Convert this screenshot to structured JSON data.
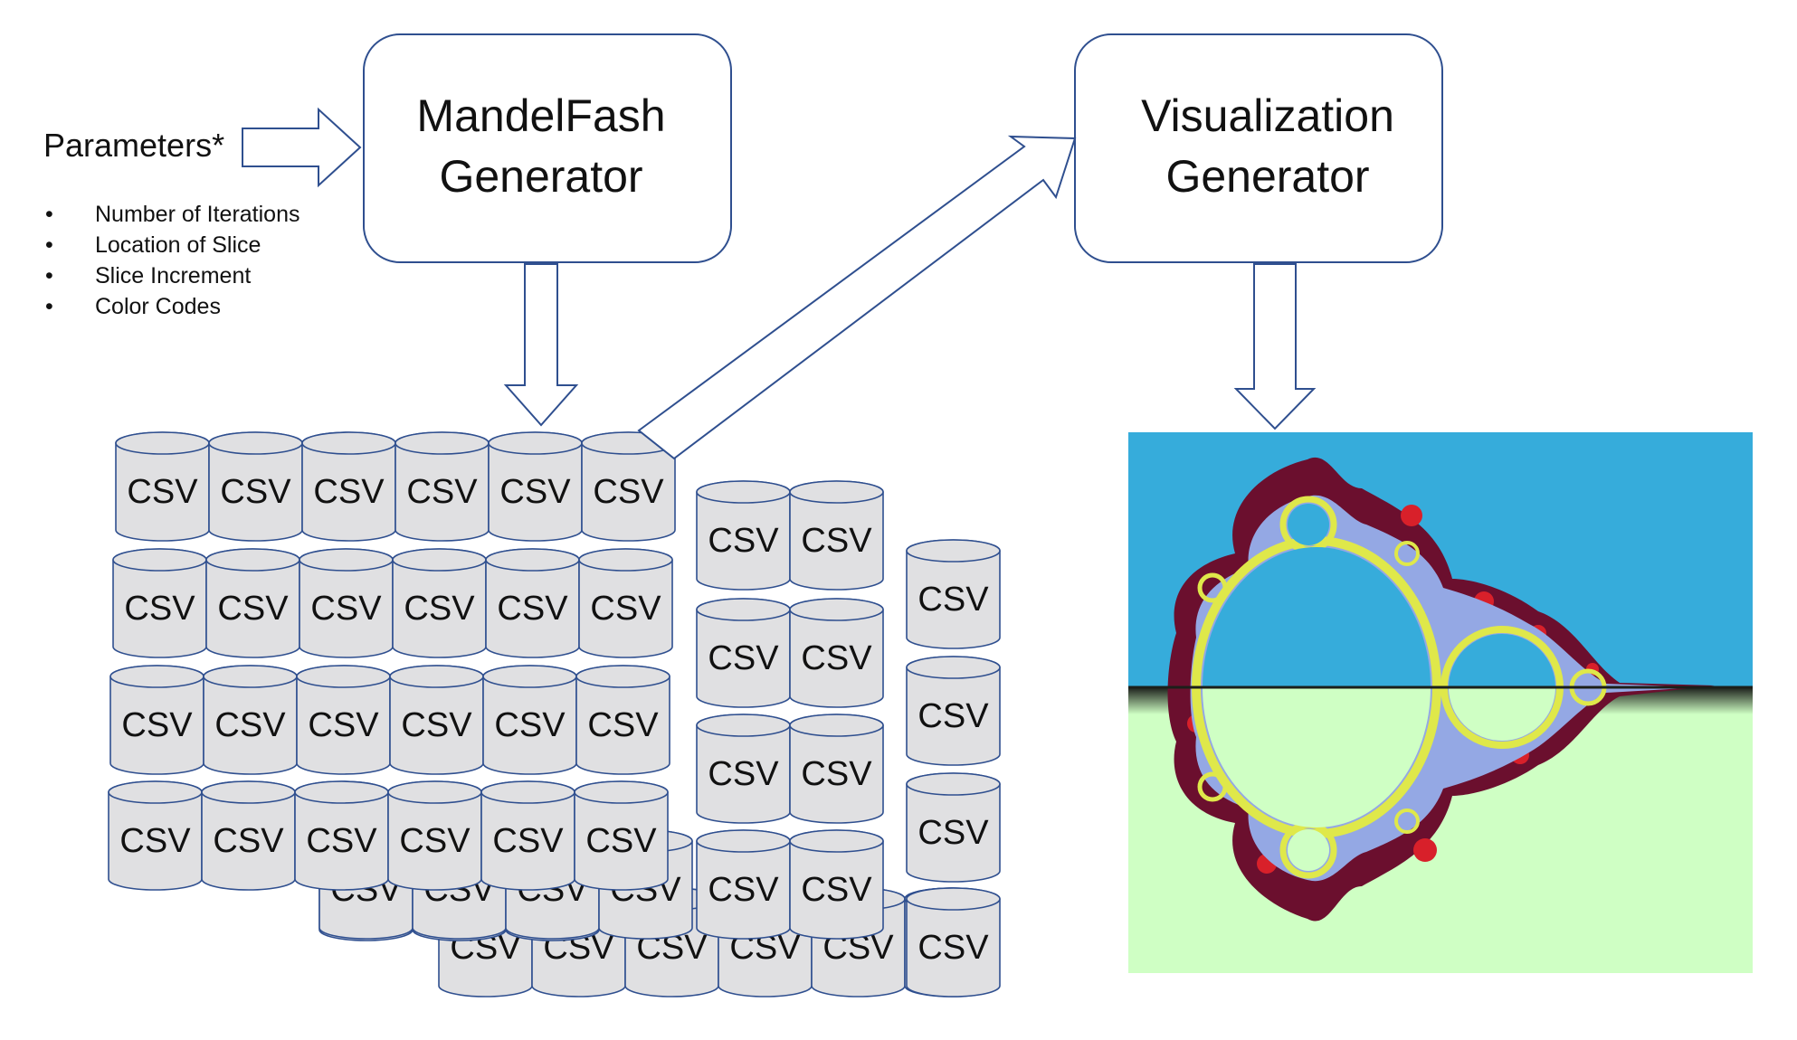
{
  "generator_box": {
    "line1": "MandelFash",
    "line2": "Generator"
  },
  "visualization_box": {
    "line1": "Visualization",
    "line2": "Generator"
  },
  "parameters": {
    "title": "Parameters*",
    "bullet_char": "•",
    "items": [
      "Number of Iterations",
      "Location of Slice",
      "Slice Increment",
      "Color Codes"
    ]
  },
  "csv_label": "CSV",
  "colors": {
    "box_stroke": "#2f4f8f",
    "arrow_stroke": "#2f4f8f",
    "cylinder_fill": "#e0e0e2",
    "cylinder_stroke": "#2f4f8f",
    "sky": "#36acdb",
    "ground": "#cfffc4",
    "fractal_outer": "#6b0f2e",
    "fractal_red": "#d8202a",
    "fractal_periwinkle": "#94a8e4",
    "fractal_yellow": "#dfe84a"
  },
  "fractal_image": {
    "description_icon": "mandelbrot-icon"
  }
}
